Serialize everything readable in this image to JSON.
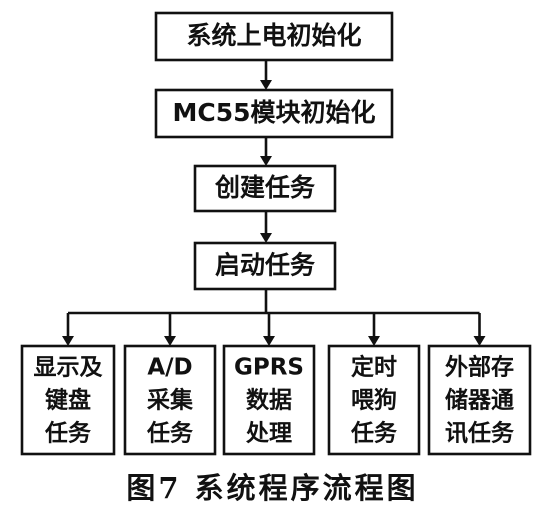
{
  "diagram": {
    "nodes": [
      {
        "id": "power-on-init",
        "lines": [
          "系统上电初始化"
        ]
      },
      {
        "id": "mc55-init",
        "lines": [
          "MC55模块初始化"
        ]
      },
      {
        "id": "create-tasks",
        "lines": [
          "创建任务"
        ]
      },
      {
        "id": "start-tasks",
        "lines": [
          "启动任务"
        ]
      },
      {
        "id": "display-keyboard-task",
        "lines": [
          "显示及",
          "键盘",
          "任务"
        ]
      },
      {
        "id": "ad-sampling-task",
        "lines": [
          "A/D",
          "采集",
          "任务"
        ]
      },
      {
        "id": "gprs-data-processing",
        "lines": [
          "GPRS",
          "数据",
          "处理"
        ]
      },
      {
        "id": "watchdog-task",
        "lines": [
          "定时",
          "喂狗",
          "任务"
        ]
      },
      {
        "id": "external-storage-task",
        "lines": [
          "外部存",
          "储器通",
          "讯任务"
        ]
      }
    ],
    "edges": [
      {
        "from": "power-on-init",
        "to": "mc55-init"
      },
      {
        "from": "mc55-init",
        "to": "create-tasks"
      },
      {
        "from": "create-tasks",
        "to": "start-tasks"
      },
      {
        "from": "start-tasks",
        "to": "display-keyboard-task"
      },
      {
        "from": "start-tasks",
        "to": "ad-sampling-task"
      },
      {
        "from": "start-tasks",
        "to": "gprs-data-processing"
      },
      {
        "from": "start-tasks",
        "to": "watchdog-task"
      },
      {
        "from": "start-tasks",
        "to": "external-storage-task"
      }
    ]
  },
  "caption": "图7 系统程序流程图"
}
